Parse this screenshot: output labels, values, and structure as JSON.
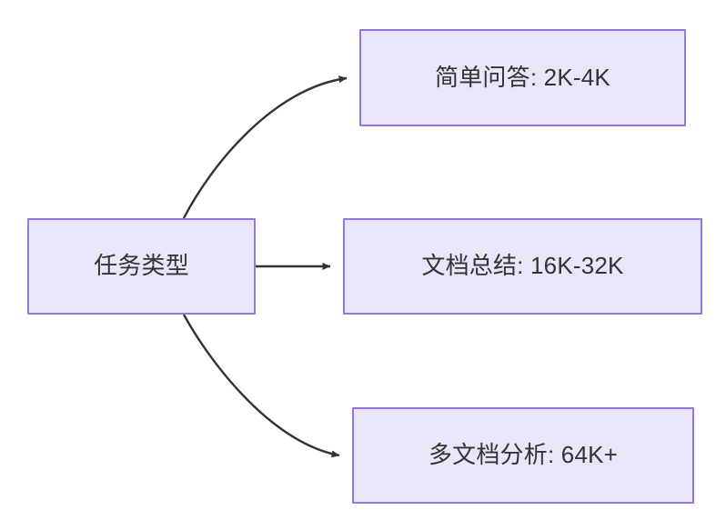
{
  "diagram": {
    "type": "flowchart",
    "direction": "left-to-right",
    "background_color": "#ffffff",
    "node_fill_color": "#e9e6fa",
    "node_border_color": "#9575de",
    "node_text_color": "#333333",
    "edge_color": "#333333",
    "source": {
      "id": "task-type",
      "label": "任务类型"
    },
    "targets": [
      {
        "id": "simple-qa",
        "label": "简单问答: 2K-4K",
        "edge_style": "curved"
      },
      {
        "id": "doc-summary",
        "label": "文档总结: 16K-32K",
        "edge_style": "straight"
      },
      {
        "id": "multi-doc-analysis",
        "label": "多文档分析: 64K+",
        "edge_style": "curved"
      }
    ],
    "edges": [
      {
        "from": "任务类型",
        "to": "简单问答: 2K-4K",
        "arrow": "arrowhead-icon"
      },
      {
        "from": "任务类型",
        "to": "文档总结: 16K-32K",
        "arrow": "arrowhead-icon"
      },
      {
        "from": "任务类型",
        "to": "多文档分析: 64K+",
        "arrow": "arrowhead-icon"
      }
    ]
  }
}
